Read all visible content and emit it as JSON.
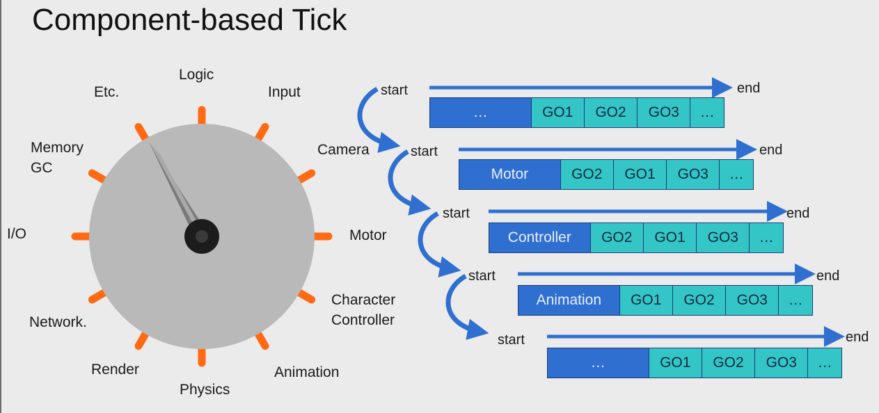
{
  "title": "Component-based Tick",
  "dial": {
    "labels": {
      "logic": "Logic",
      "input": "Input",
      "camera": "Camera",
      "motor": "Motor",
      "character_controller_line1": "Character",
      "character_controller_line2": "Controller",
      "animation": "Animation",
      "physics": "Physics",
      "render": "Render",
      "network": "Network.",
      "io": "I/O",
      "memory_gc_line1": "Memory",
      "memory_gc_line2": "GC",
      "etc": "Etc."
    },
    "colors": {
      "disc": "#b9b9b9",
      "tick": "#ff6a13",
      "needle": "#777777",
      "hub": "#1c1c1c"
    }
  },
  "lanes": [
    {
      "start": "start",
      "end": "end",
      "head": "…",
      "cells": [
        "GO1",
        "GO2",
        "GO3",
        "…"
      ]
    },
    {
      "start": "start",
      "end": "end",
      "head": "Motor",
      "cells": [
        "GO2",
        "GO1",
        "GO3",
        "…"
      ]
    },
    {
      "start": "start",
      "end": "end",
      "head": "Controller",
      "cells": [
        "GO2",
        "GO1",
        "GO3",
        "…"
      ]
    },
    {
      "start": "start",
      "end": "end",
      "head": "Animation",
      "cells": [
        "GO1",
        "GO2",
        "GO3",
        "…"
      ]
    },
    {
      "start": "start",
      "end": "end",
      "head": "…",
      "cells": [
        "GO1",
        "GO2",
        "GO3",
        "…"
      ]
    }
  ],
  "colors": {
    "arrow": "#2f6fd0",
    "head_cell": "#2f6fd0",
    "go_cell": "#34c6c6"
  }
}
